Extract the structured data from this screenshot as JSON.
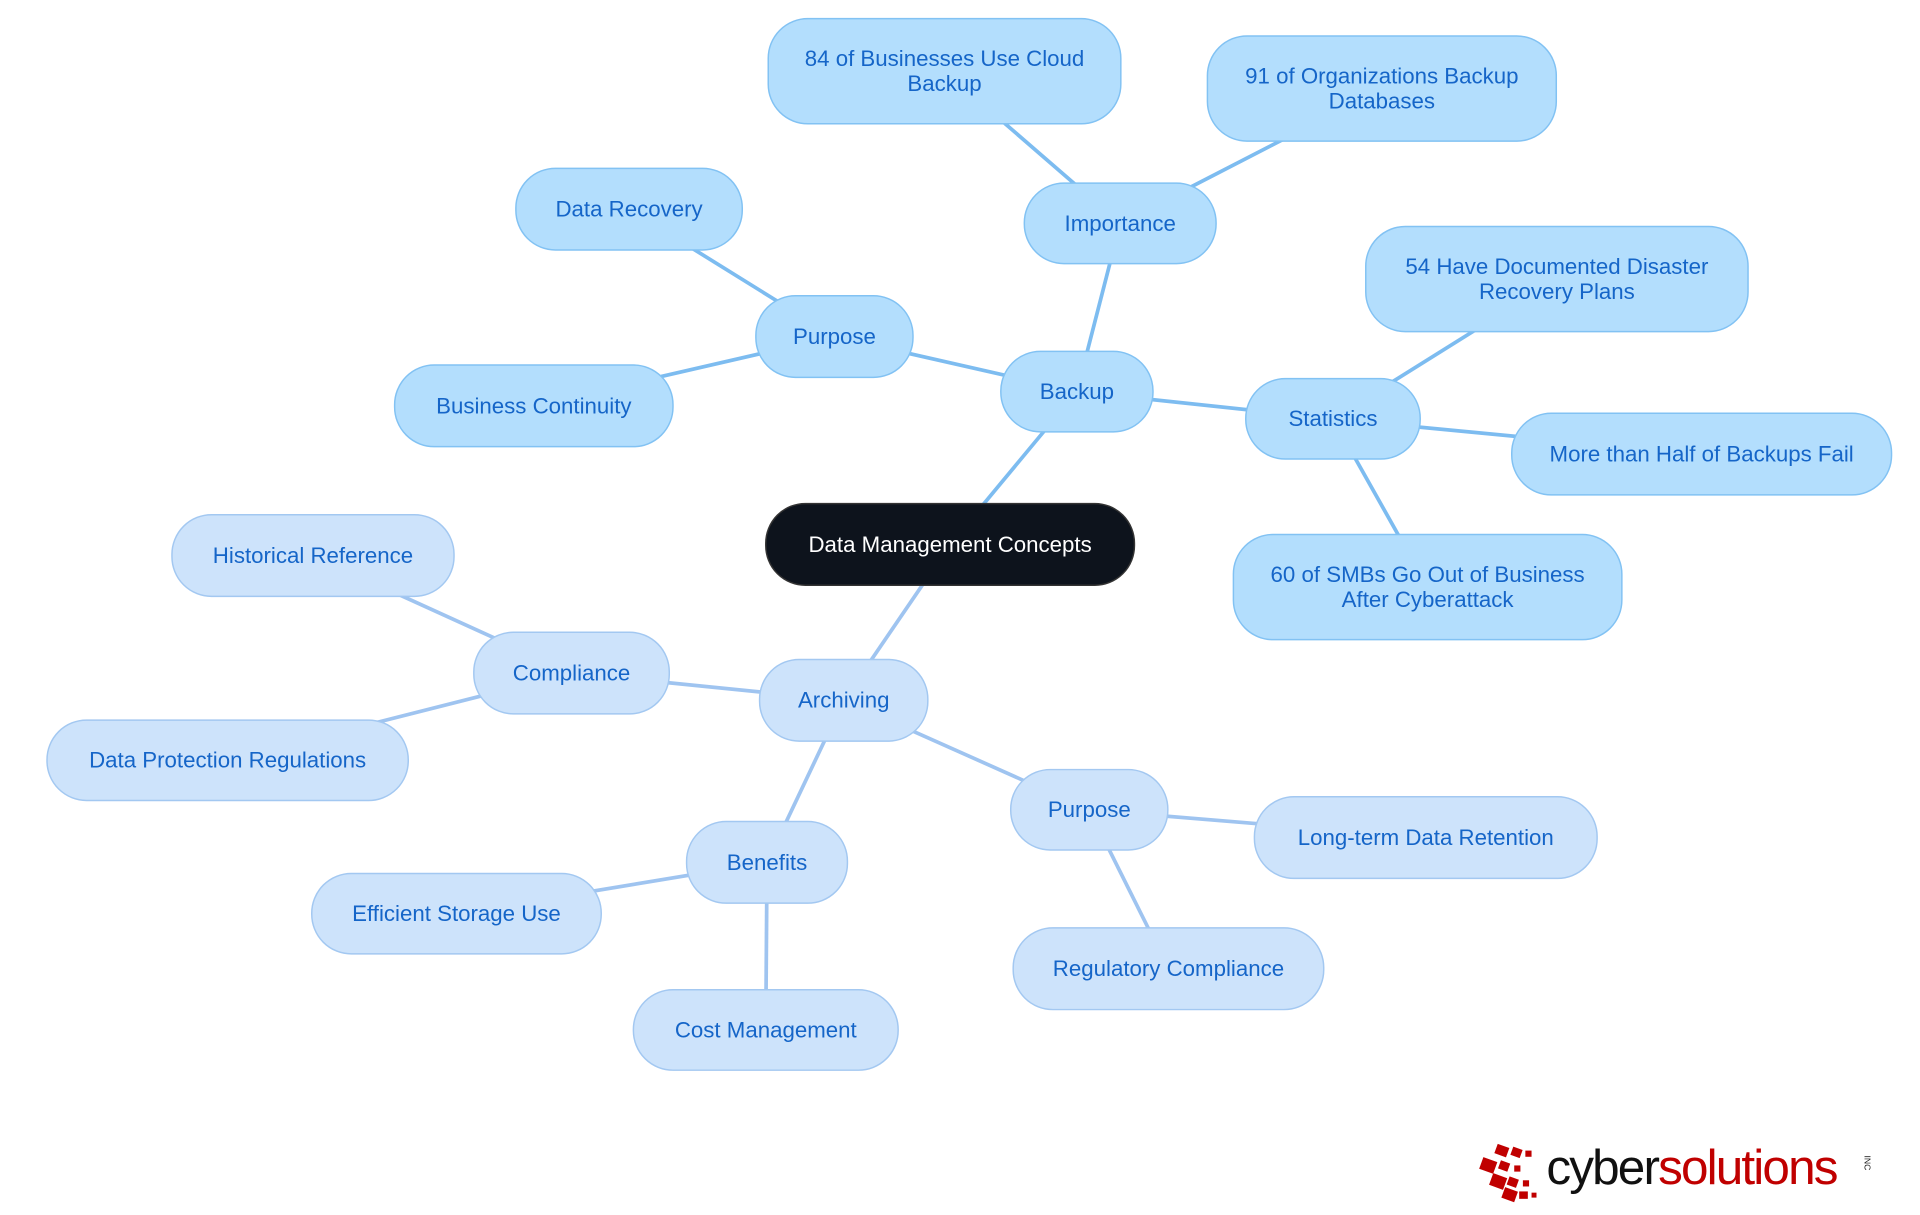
{
  "root": {
    "label": "Data Management Concepts"
  },
  "backup": {
    "label": "Backup",
    "importance": {
      "label": "Importance",
      "items": [
        [
          "84 of Businesses Use Cloud",
          "Backup"
        ],
        [
          "91 of Organizations Backup",
          "Databases"
        ]
      ]
    },
    "purpose": {
      "label": "Purpose",
      "items": [
        [
          "Data Recovery"
        ],
        [
          "Business Continuity"
        ]
      ]
    },
    "statistics": {
      "label": "Statistics",
      "items": [
        [
          "54 Have Documented Disaster",
          "Recovery Plans"
        ],
        [
          "More than Half of Backups Fail"
        ],
        [
          "60 of SMBs Go Out of Business",
          "After Cyberattack"
        ]
      ]
    }
  },
  "archiving": {
    "label": "Archiving",
    "compliance": {
      "label": "Compliance",
      "items": [
        [
          "Historical Reference"
        ],
        [
          "Data Protection Regulations"
        ]
      ]
    },
    "benefits": {
      "label": "Benefits",
      "items": [
        [
          "Efficient Storage Use"
        ],
        [
          "Cost Management"
        ]
      ]
    },
    "purpose": {
      "label": "Purpose",
      "items": [
        [
          "Long-term Data Retention"
        ],
        [
          "Regulatory Compliance"
        ]
      ]
    }
  },
  "logo": {
    "text_dark": "cyber",
    "text_red": "solutions",
    "suffix": "INC"
  },
  "colors": {
    "root_fill": "#0d131c",
    "root_text": "#ffffff",
    "backup_fill": "#b3defd",
    "backup_stroke": "#82c2f3",
    "backup_line": "#7dbcf0",
    "archive_fill": "#cde3fb",
    "archive_stroke": "#a3c8f1",
    "archive_line": "#9fc4f0",
    "node_text": "#1565c8",
    "logo_red": "#c00000"
  }
}
